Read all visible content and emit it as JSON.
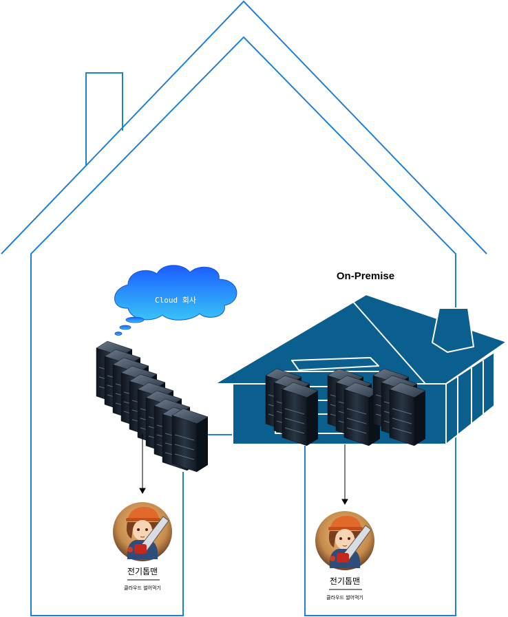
{
  "cloud": {
    "label": "Cloud 회사"
  },
  "on_premise": {
    "title": "On-Premise"
  },
  "profiles": [
    {
      "name": "전기톱맨",
      "subtitle": "클라우드 썰어먹기"
    },
    {
      "name": "전기톱맨",
      "subtitle": "클라우드 썰어먹기"
    }
  ],
  "colors": {
    "house_outline": "#1f7fd6",
    "onprem_building": "#0b5f8f",
    "cloud_top": "#1c5cff",
    "cloud_bottom": "#38bff5",
    "server_dark": "#1c2430",
    "avatar_bg": "#d49c5e"
  },
  "icons": {
    "server": "server-rack-icon",
    "avatar": "chainsaw-man-avatar",
    "cloud": "thought-cloud"
  }
}
